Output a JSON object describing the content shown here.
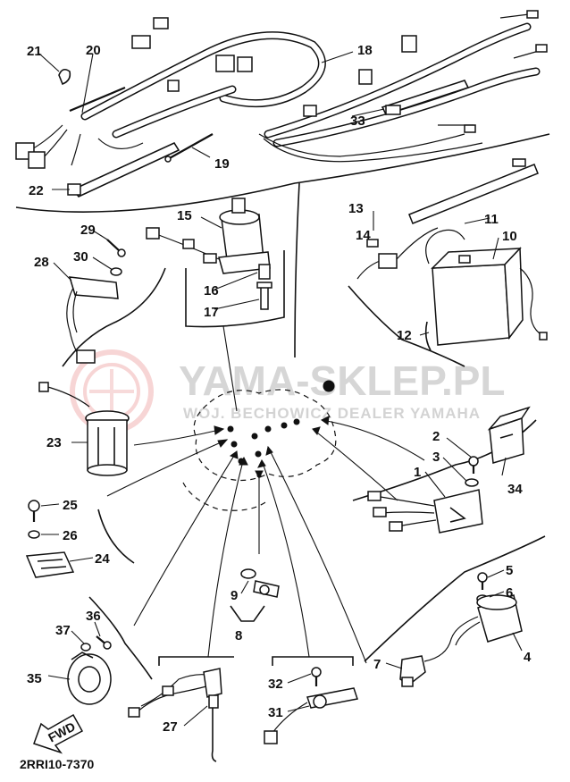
{
  "diagram_code": "2RRI10-7370",
  "watermark": {
    "line1": "YAMA-SKLEP.PL",
    "line2": "WOJ. BECHOWICZ DEALER YAMAHA"
  },
  "direction_label": "FWD",
  "part_labels": [
    "1",
    "2",
    "3",
    "4",
    "5",
    "6",
    "7",
    "8",
    "9",
    "10",
    "11",
    "12",
    "13",
    "14",
    "15",
    "16",
    "17",
    "18",
    "19",
    "20",
    "21",
    "22",
    "23",
    "24",
    "25",
    "26",
    "27",
    "28",
    "29",
    "30",
    "31",
    "32",
    "33",
    "34",
    "35",
    "36",
    "37"
  ]
}
